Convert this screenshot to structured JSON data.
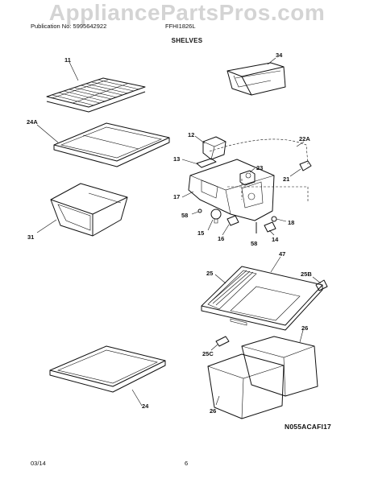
{
  "watermark": "AppliancePartsPros.com",
  "header": {
    "publication": "Publication No: 5995642922",
    "model": "FFHI1826L"
  },
  "section_title": "SHELVES",
  "diagram_code": "N055ACAFI17",
  "footer": {
    "date": "03/14",
    "page": "6"
  },
  "callouts": [
    "11",
    "34",
    "24A",
    "12",
    "22A",
    "13",
    "23",
    "21",
    "17",
    "58",
    "15",
    "16",
    "58",
    "14",
    "18",
    "31",
    "47",
    "25",
    "25B",
    "25C",
    "26",
    "26",
    "24"
  ]
}
